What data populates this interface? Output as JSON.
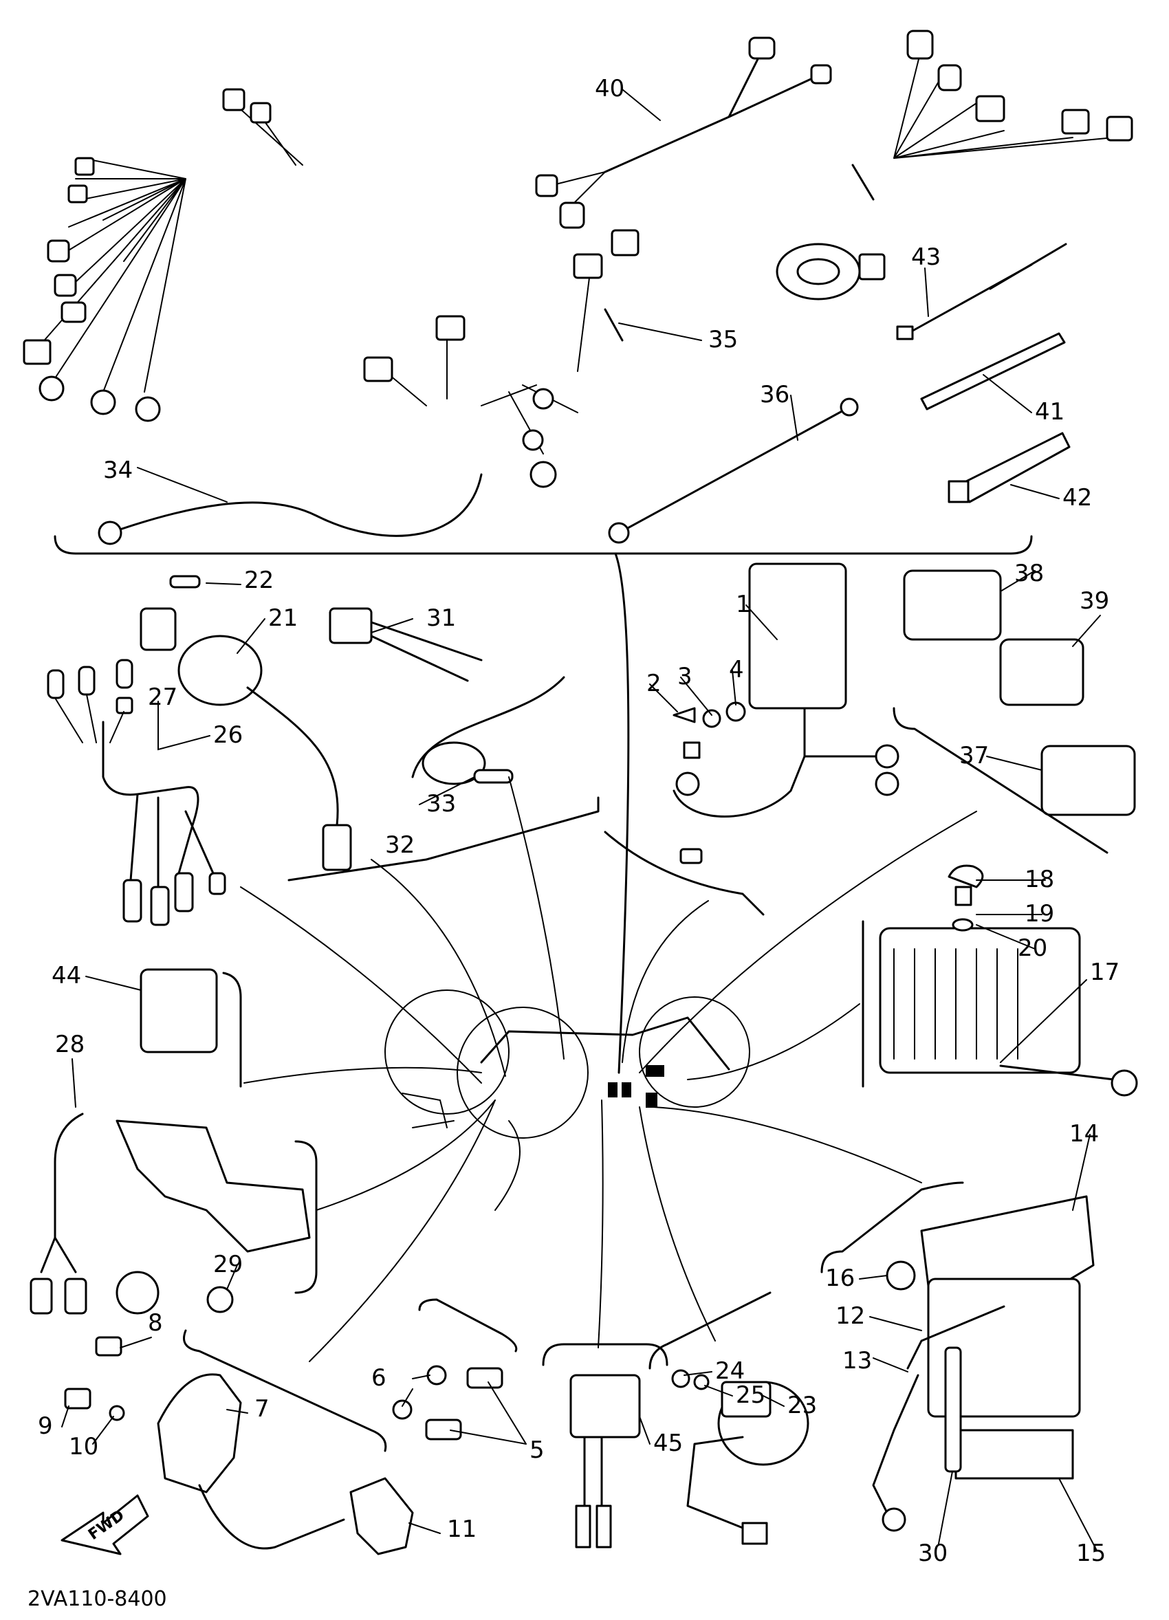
{
  "diagram": {
    "drawing_code": "2VA110-8400",
    "fwd_label": "FWD",
    "part_numbers": [
      "1",
      "2",
      "3",
      "4",
      "5",
      "6",
      "7",
      "8",
      "9",
      "10",
      "11",
      "12",
      "13",
      "14",
      "15",
      "16",
      "17",
      "18",
      "19",
      "20",
      "21",
      "22",
      "23",
      "24",
      "25",
      "26",
      "27",
      "28",
      "29",
      "30",
      "31",
      "32",
      "33",
      "34",
      "35",
      "36",
      "37",
      "38",
      "39",
      "40",
      "41",
      "42",
      "43",
      "44",
      "45"
    ]
  }
}
